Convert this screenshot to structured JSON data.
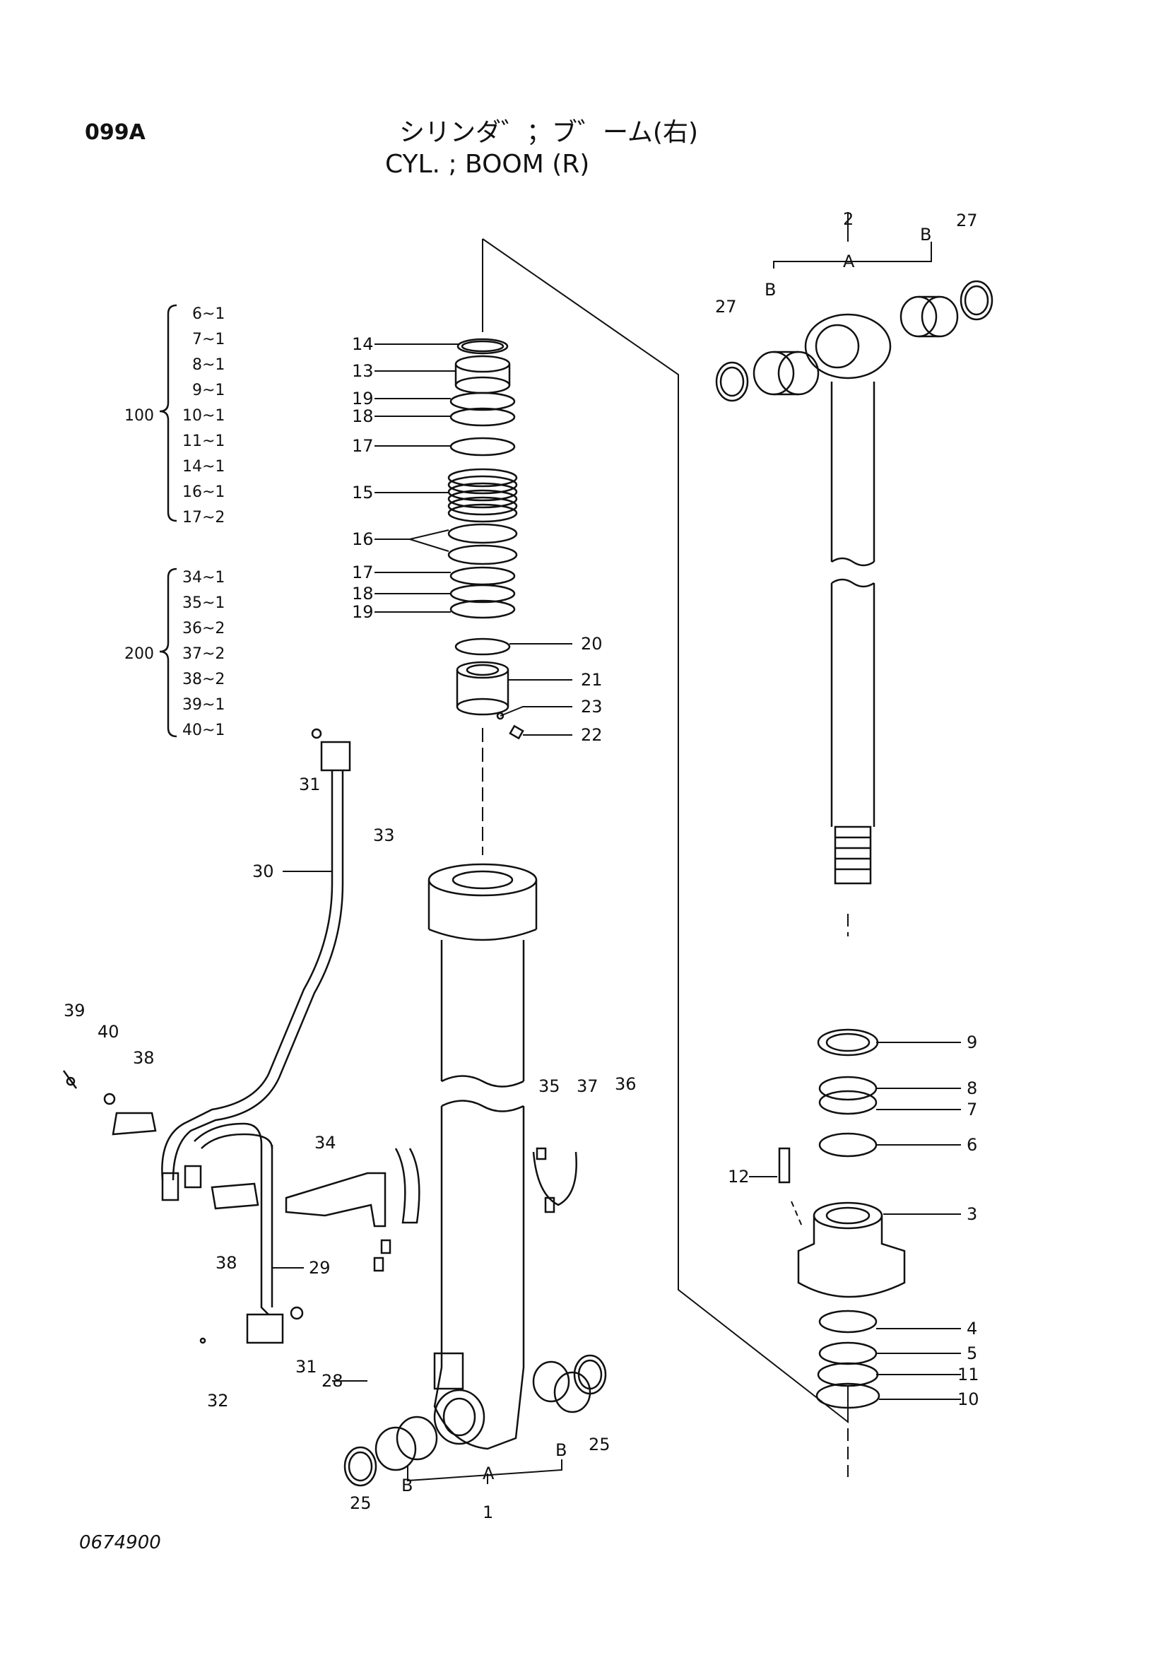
{
  "header": {
    "page_code": "099A",
    "title_jp": "シリンダ゛；ブ゛ーム(右)",
    "title_en": "CYL. ; BOOM (R)"
  },
  "footer": {
    "drawing_number": "0674900"
  },
  "kits": [
    {
      "label": "100",
      "items": [
        "6~1",
        "7~1",
        "8~1",
        "9~1",
        "10~1",
        "11~1",
        "14~1",
        "16~1",
        "17~2"
      ]
    },
    {
      "label": "200",
      "items": [
        "34~1",
        "35~1",
        "36~2",
        "37~2",
        "38~2",
        "39~1",
        "40~1"
      ]
    }
  ],
  "callouts": {
    "c1": "1",
    "c2": "2",
    "c3": "3",
    "c4": "4",
    "c5": "5",
    "c6": "6",
    "c7": "7",
    "c8": "8",
    "c9": "9",
    "c10": "10",
    "c11": "11",
    "c12": "12",
    "c13": "13",
    "c14": "14",
    "c15": "15",
    "c16": "16",
    "c17a": "17",
    "c17b": "17",
    "c18a": "18",
    "c18b": "18",
    "c19a": "19",
    "c19b": "19",
    "c20": "20",
    "c21": "21",
    "c22": "22",
    "c23": "23",
    "c25a": "25",
    "c25b": "25",
    "c27a": "27",
    "c27b": "27",
    "c28": "28",
    "c29": "29",
    "c30": "30",
    "c31a": "31",
    "c31b": "31",
    "c32": "32",
    "c33": "33",
    "c34": "34",
    "c35": "35",
    "c36": "36",
    "c37": "37",
    "c38a": "38",
    "c38b": "38",
    "c39": "39",
    "c40": "40",
    "rodA": "A",
    "rodB1": "B",
    "rodB2": "B",
    "tubeA": "A",
    "tubeB1": "B",
    "tubeB2": "B"
  }
}
